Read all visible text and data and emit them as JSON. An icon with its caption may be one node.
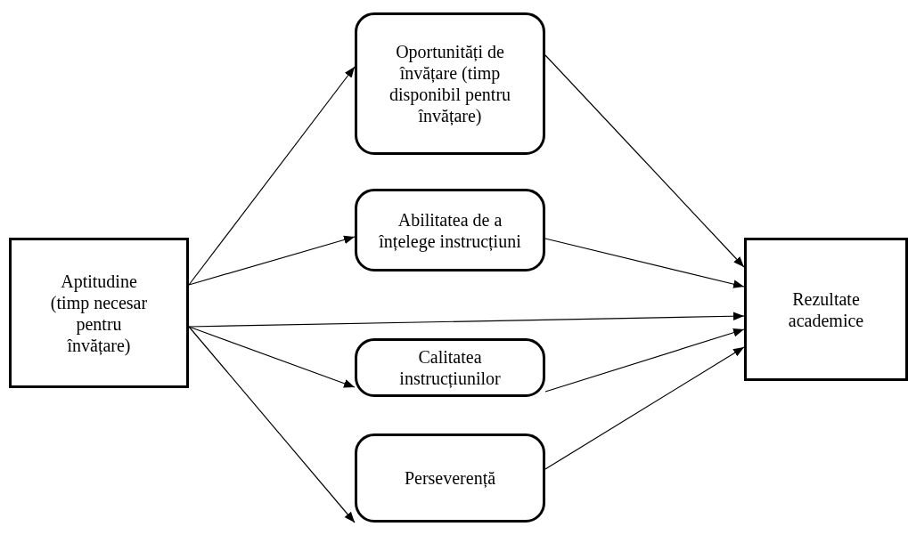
{
  "diagram": {
    "nodes": [
      {
        "text": [
          "Aptitudine (timp necesar pentru învățare)"
        ]
      },
      {
        "text": [
          "Oportunități de învățare (timp disponibil pentru învățare)"
        ]
      },
      {
        "text": [
          "Abilitatea de a înțelege instrucțiuni"
        ]
      },
      {
        "text": [
          "Calitatea instrucțiunilor"
        ]
      },
      {
        "text": [
          "Perseverență"
        ]
      },
      {
        "text": [
          "Rezultate academice"
        ]
      }
    ],
    "edges": [
      {
        "from": 0,
        "to": 1,
        "arrow": "to"
      },
      {
        "from": 0,
        "to": 2,
        "arrow": "to"
      },
      {
        "from": 0,
        "to": 5,
        "arrow": "to"
      },
      {
        "from": 0,
        "to": 3,
        "arrow": "to"
      },
      {
        "from": 0,
        "to": 4,
        "arrow": "to"
      },
      {
        "from": 1,
        "to": 5,
        "arrow": "to"
      },
      {
        "from": 2,
        "to": 5,
        "arrow": "to"
      },
      {
        "from": 3,
        "to": 5,
        "arrow": "to"
      },
      {
        "from": 4,
        "to": 5,
        "arrow": "to"
      }
    ]
  }
}
